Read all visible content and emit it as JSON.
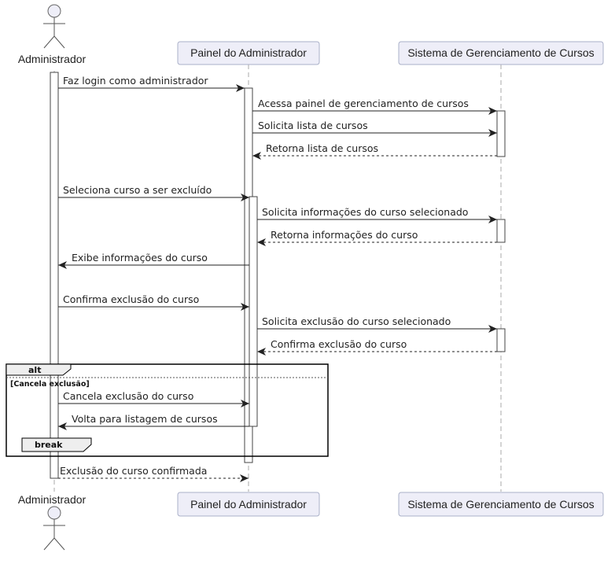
{
  "participants": {
    "actor": "Administrador",
    "panel": "Painel do Administrador",
    "system": "Sistema de Gerenciamento de Cursos"
  },
  "messages": [
    "Faz login como administrador",
    "Acessa painel de gerenciamento de cursos",
    "Solicita lista de cursos",
    "Retorna lista de cursos",
    "Seleciona curso a ser excluído",
    "Solicita informações do curso selecionado",
    "Retorna informações do curso",
    "Exibe informações do curso",
    "Confirma exclusão do curso",
    "Solicita exclusão do curso selecionado",
    "Confirma exclusão do curso",
    "Cancela exclusão do curso",
    "Volta para listagem de cursos",
    "Exclusão do curso confirmada"
  ],
  "fragments": {
    "alt_label": "alt",
    "alt_guard": "[Cancela exclusão]",
    "break_label": "break"
  },
  "colors": {
    "participant_fill": "#eeeef8",
    "participant_stroke": "#aab0c8",
    "line": "#222222",
    "lifeline": "#aaaaaa"
  }
}
